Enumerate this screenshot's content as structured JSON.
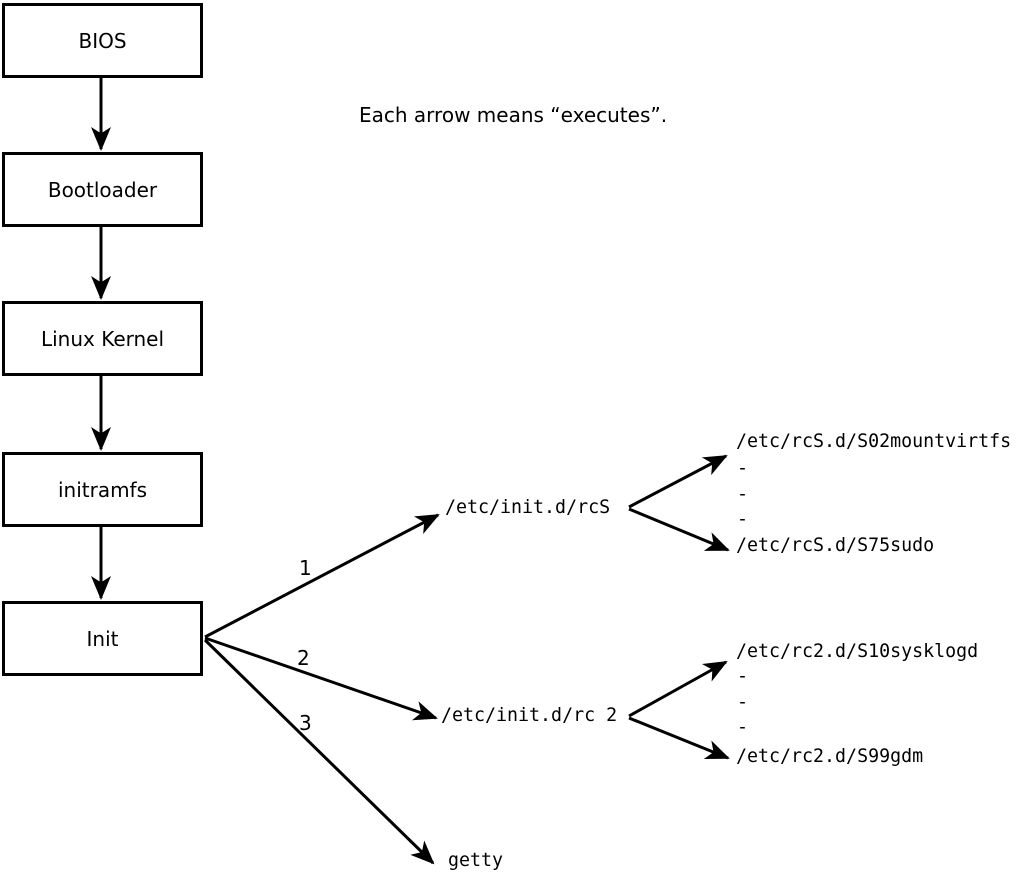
{
  "note": "Each arrow means “executes”.",
  "boot_chain": [
    "BIOS",
    "Bootloader",
    "Linux Kernel",
    "initramfs",
    "Init"
  ],
  "arrow_labels": [
    "1",
    "2",
    "3"
  ],
  "init_targets": [
    "/etc/init.d/rcS",
    "/etc/init.d/rc 2",
    "getty"
  ],
  "rcs_scripts": {
    "first": "/etc/rcS.d/S02mountvirtfs",
    "ellipsis": [
      "-",
      "-",
      "-"
    ],
    "last": "/etc/rcS.d/S75sudo"
  },
  "rc2_scripts": {
    "first": "/etc/rc2.d/S10sysklogd",
    "ellipsis": [
      "-",
      "-",
      "-"
    ],
    "last": "/etc/rc2.d/S99gdm"
  },
  "colors": {
    "foreground": "#000000",
    "background": "#ffffff"
  }
}
